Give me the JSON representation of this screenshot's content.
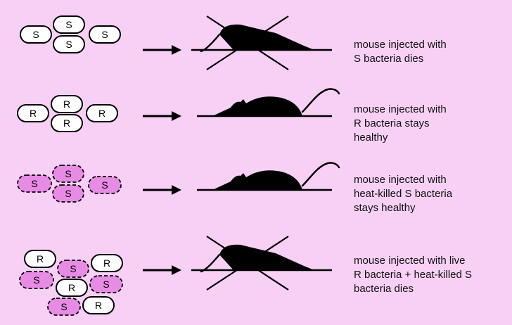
{
  "colors": {
    "background": "#f8d0f6",
    "live_cell_fill": "#ffffff",
    "heat_killed_fill": "#e88be4",
    "ink": "#000000"
  },
  "rows": [
    {
      "id": "row-s-bacteria",
      "cell_type": "S",
      "cells_heat_killed": false,
      "cell_labels": [
        "S",
        "S",
        "S",
        "S"
      ],
      "mouse_state": "dead",
      "caption_lines": [
        "mouse injected with",
        "S bacteria dies"
      ]
    },
    {
      "id": "row-r-bacteria",
      "cell_type": "R",
      "cells_heat_killed": false,
      "cell_labels": [
        "R",
        "R",
        "R",
        "R"
      ],
      "mouse_state": "healthy",
      "caption_lines": [
        "mouse injected with",
        "R bacteria stays",
        "healthy"
      ]
    },
    {
      "id": "row-heat-killed-s",
      "cell_type": "S",
      "cells_heat_killed": true,
      "cell_labels": [
        "S",
        "S",
        "S",
        "S"
      ],
      "mouse_state": "healthy",
      "caption_lines": [
        "mouse injected with",
        "heat-killed S bacteria",
        "stays healthy"
      ]
    },
    {
      "id": "row-live-r-plus-heat-killed-s",
      "cell_type": "mixed",
      "cells_heat_killed": true,
      "cell_labels": [
        "R",
        "S",
        "R",
        "S",
        "R",
        "S",
        "S",
        "R"
      ],
      "mouse_state": "dead",
      "caption_lines": [
        "mouse injected with live",
        "R bacteria + heat-killed S",
        "bacteria dies"
      ]
    }
  ]
}
